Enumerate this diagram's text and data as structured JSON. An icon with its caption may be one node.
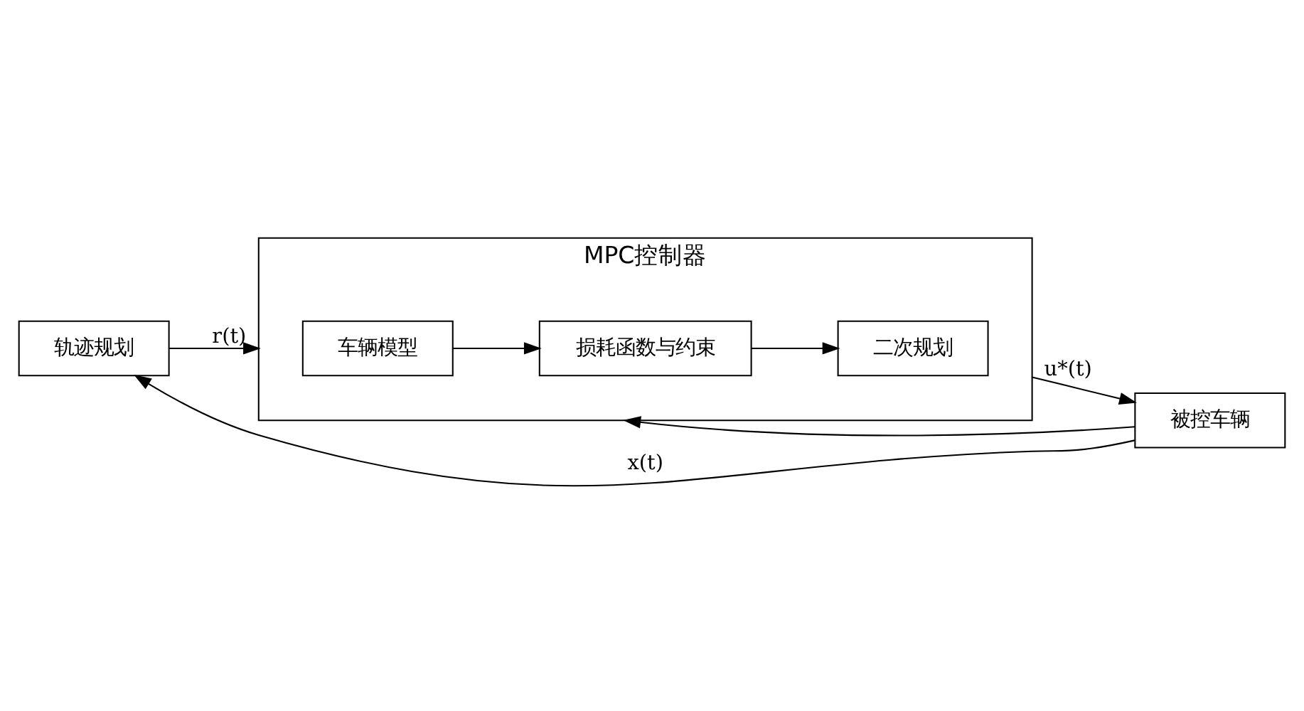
{
  "diagram": {
    "nodes": [
      {
        "text": [
          "MPC控制器"
        ]
      },
      {
        "text": [
          "轨迹规划"
        ]
      },
      {
        "text": [
          "车辆模型"
        ],
        "in": 0
      },
      {
        "text": [
          "损耗函数与约束"
        ],
        "in": 0
      },
      {
        "text": [
          "二次规划"
        ],
        "in": 0
      },
      {
        "text": [
          "被控车辆"
        ]
      }
    ],
    "edges": [
      {
        "from": 1,
        "to": 0,
        "arrow": "to",
        "label": "r(t)"
      },
      {
        "from": 0,
        "to": 5,
        "arrow": "to",
        "label": "u*(t)"
      },
      {
        "from": 2,
        "to": 3,
        "arrow": "to"
      },
      {
        "from": 3,
        "to": 4,
        "arrow": "to"
      },
      {
        "from": 5,
        "to": 1,
        "arrow": "to",
        "label": "x(t)"
      },
      {
        "from": 5,
        "to": 0,
        "arrow": "to"
      }
    ]
  }
}
